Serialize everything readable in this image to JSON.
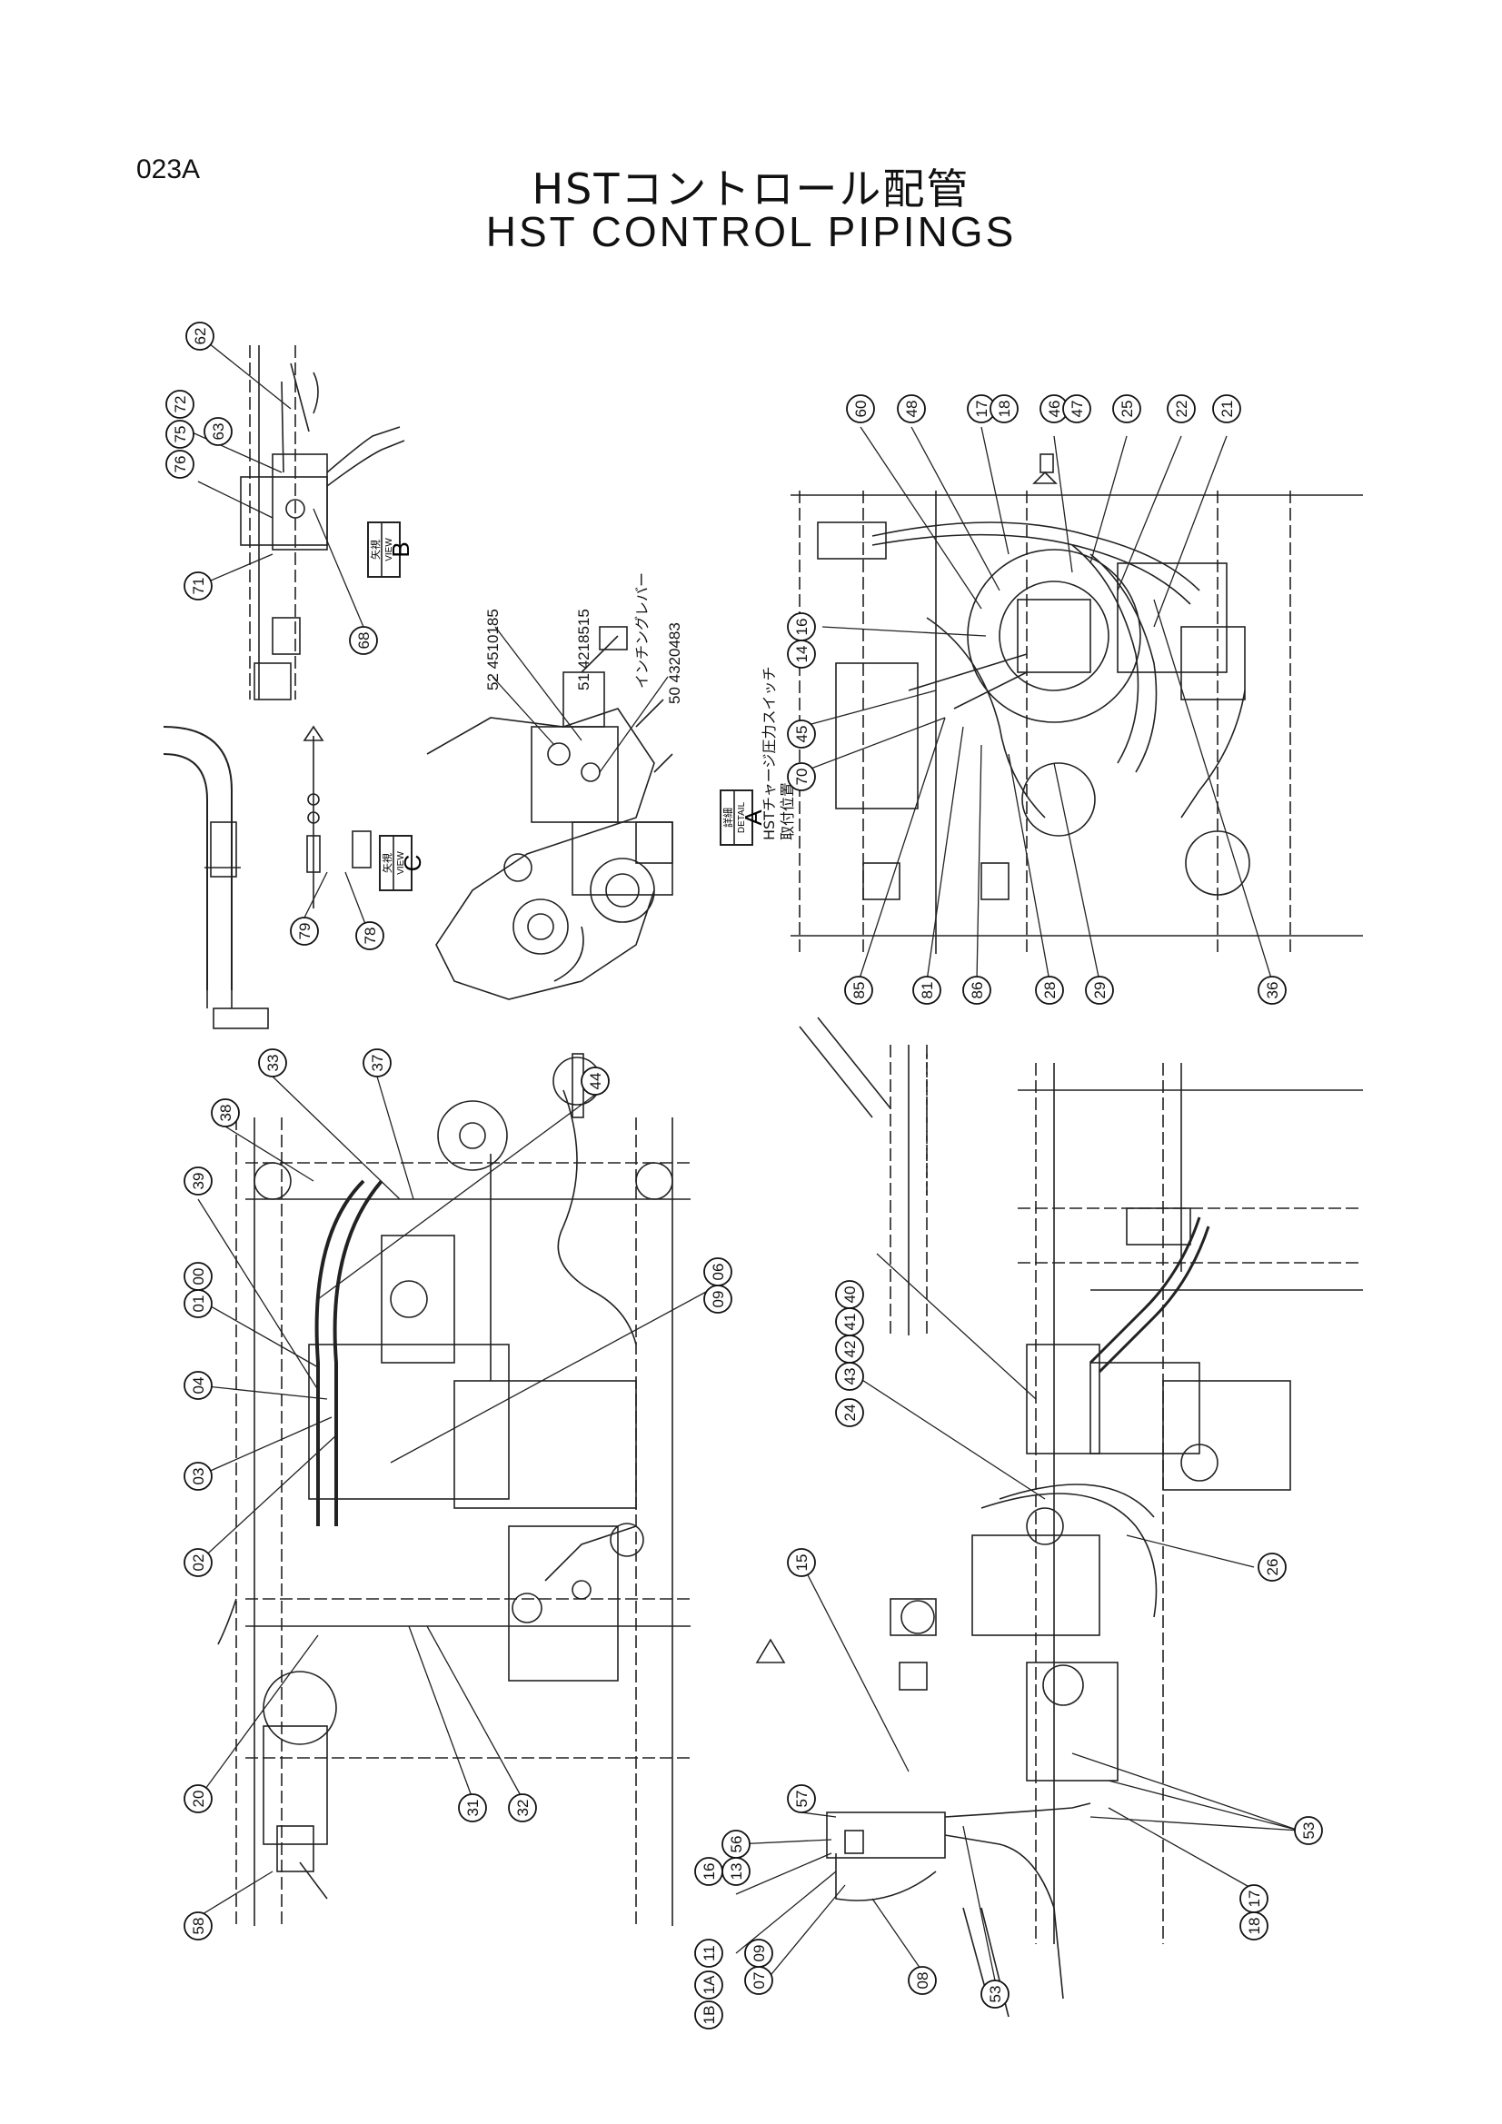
{
  "page": {
    "code": "023A",
    "title_jp": "HSTコントロール配管",
    "title_en": "HST CONTROL PIPINGS"
  },
  "notes": {
    "inching_lever": "インチングレバー",
    "charge_switch_line1": "HSTチャージ圧力スイッチ",
    "charge_switch_line2": "取付位置"
  },
  "views": {
    "view_b": {
      "jp": "矢視",
      "en": "VIEW",
      "letter": "B"
    },
    "view_c": {
      "jp": "矢視",
      "en": "VIEW",
      "letter": "C"
    },
    "detail_a": {
      "jp": "詳細",
      "en": "DETAIL",
      "letter": "A"
    }
  },
  "part_refs": {
    "p52": "52 4510185",
    "p51": "51 4218515",
    "p50": "50 4320483"
  },
  "callouts": [
    "62",
    "72",
    "75",
    "76",
    "63",
    "71",
    "68",
    "79",
    "78",
    "60",
    "48",
    "17",
    "18",
    "46",
    "47",
    "25",
    "22",
    "21",
    "16",
    "14",
    "45",
    "70",
    "85",
    "81",
    "86",
    "28",
    "29",
    "36",
    "38",
    "33",
    "37",
    "44",
    "39",
    "00",
    "01",
    "04",
    "03",
    "02",
    "06",
    "09",
    "20",
    "31",
    "32",
    "58",
    "40",
    "41",
    "42",
    "43",
    "24",
    "26",
    "15",
    "57",
    "56",
    "16",
    "13",
    "11",
    "1A",
    "1B",
    "07",
    "09",
    "08",
    "53",
    "53",
    "17",
    "18"
  ],
  "colors": {
    "ink": "#111111",
    "paper": "#ffffff"
  }
}
